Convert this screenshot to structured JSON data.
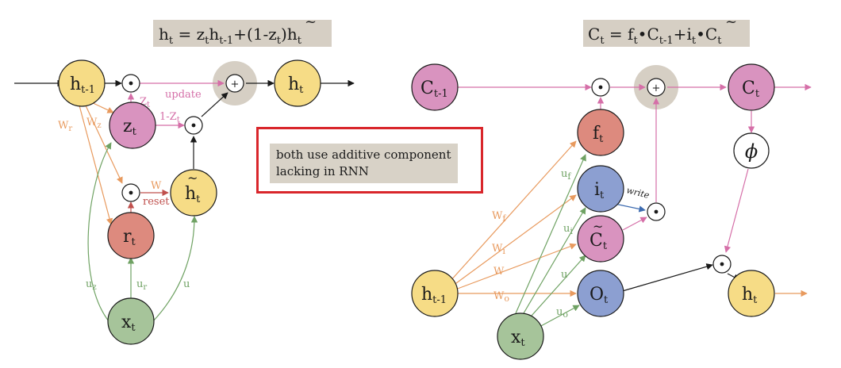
{
  "gru": {
    "equation": {
      "lhs": "h",
      "lhs_sub": "t",
      "eq": " = ",
      "t1": "z",
      "t1_sub": "t",
      "t2": "h",
      "t2_sub": "t-1",
      "plus": "+",
      "t3": "(1-z",
      "t3_sub": "t",
      "t3_close": ")",
      "t4": "h",
      "t4_sub": "t",
      "t4_accent": "~"
    },
    "nodes": {
      "h_prev": {
        "base": "h",
        "sub": "t-1"
      },
      "z": {
        "base": "z",
        "sub": "t"
      },
      "h_tilde": {
        "base": "h",
        "sub": "t",
        "accent": "~"
      },
      "r": {
        "base": "r",
        "sub": "t"
      },
      "x": {
        "base": "x",
        "sub": "t"
      },
      "h_out": {
        "base": "h",
        "sub": "t"
      }
    },
    "edge_labels": {
      "zt": {
        "base": "Z",
        "sub": "t"
      },
      "update": "update",
      "one_minus_z": {
        "base": "1-Z",
        "sub": "t"
      },
      "wz": {
        "base": "W",
        "sub": "z"
      },
      "wr": {
        "base": "W",
        "sub": "r"
      },
      "w": "W",
      "reset": "reset",
      "uz": {
        "base": "u",
        "sub": "z"
      },
      "ur": {
        "base": "u",
        "sub": "r"
      },
      "u": "u"
    }
  },
  "lstm": {
    "equation": {
      "lhs": "C",
      "lhs_sub": "t",
      "eq": " = ",
      "t1": "f",
      "t1_sub": "t",
      "dot1": "•",
      "t2": "C",
      "t2_sub": "t-1",
      "plus": "+",
      "t3": "i",
      "t3_sub": "t",
      "dot2": "•",
      "t4": "C",
      "t4_sub": "t",
      "t4_accent": "~"
    },
    "nodes": {
      "c_prev": {
        "base": "C",
        "sub": "t-1"
      },
      "f": {
        "base": "f",
        "sub": "t"
      },
      "i": {
        "base": "i",
        "sub": "t"
      },
      "c_tilde": {
        "base": "C",
        "sub": "t",
        "accent": "~"
      },
      "o": {
        "base": "O",
        "sub": "t"
      },
      "h_prev": {
        "base": "h",
        "sub": "t-1"
      },
      "x": {
        "base": "x",
        "sub": "t"
      },
      "c_out": {
        "base": "C",
        "sub": "t"
      },
      "h_out": {
        "base": "h",
        "sub": "t"
      },
      "phi": "ϕ"
    },
    "edge_labels": {
      "wf": {
        "base": "W",
        "sub": "f"
      },
      "wi": {
        "base": "W",
        "sub": "i"
      },
      "w": "W",
      "wo": {
        "base": "W",
        "sub": "o"
      },
      "uf": {
        "base": "u",
        "sub": "f"
      },
      "ui": {
        "base": "u",
        "sub": "i"
      },
      "u": "u",
      "uo": {
        "base": "u",
        "sub": "o"
      },
      "write": "write"
    }
  },
  "ops": {
    "mult": "⊙",
    "add": "+"
  },
  "note": {
    "line1": "both use additive component",
    "line2": "lacking in RNN"
  },
  "colors": {
    "yellow": "#f6dc86",
    "pink": "#d993bf",
    "red": "#dd8a7e",
    "blue": "#8c9fd1",
    "green": "#a6c49a",
    "orange": "#e89a5e",
    "magenta": "#d56fa8",
    "olive": "#6fa263",
    "navy": "#3d6bb0",
    "highlight": "#d6cfc4"
  }
}
